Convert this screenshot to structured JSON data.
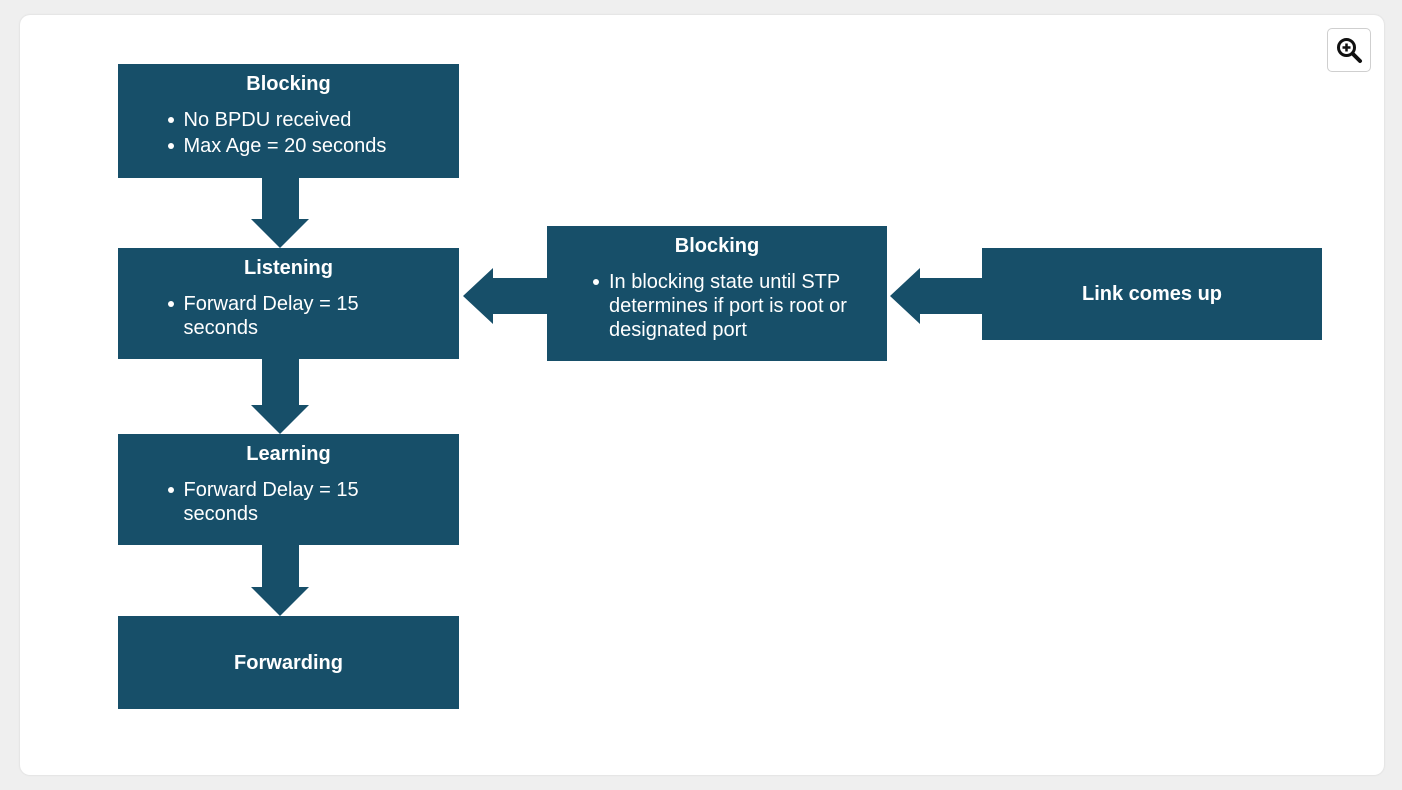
{
  "colors": {
    "box_fill": "#174f69",
    "arrow_fill": "#174f69",
    "text": "#ffffff",
    "background": "#efefef",
    "card": "#ffffff"
  },
  "toolbar": {
    "zoom_icon": "zoom-in-icon"
  },
  "states": {
    "blocking_initial": {
      "title": "Blocking",
      "items": [
        "No BPDU received",
        "Max Age = 20 seconds"
      ]
    },
    "listening": {
      "title": "Listening",
      "items": [
        "Forward Delay = 15 seconds"
      ]
    },
    "learning": {
      "title": "Learning",
      "items": [
        "Forward Delay = 15 seconds"
      ]
    },
    "forwarding": {
      "title": "Forwarding"
    },
    "blocking_link": {
      "title": "Blocking",
      "items": [
        "In blocking state until STP determines if port is root or designated port"
      ]
    },
    "link_up": {
      "title": "Link comes up"
    }
  }
}
